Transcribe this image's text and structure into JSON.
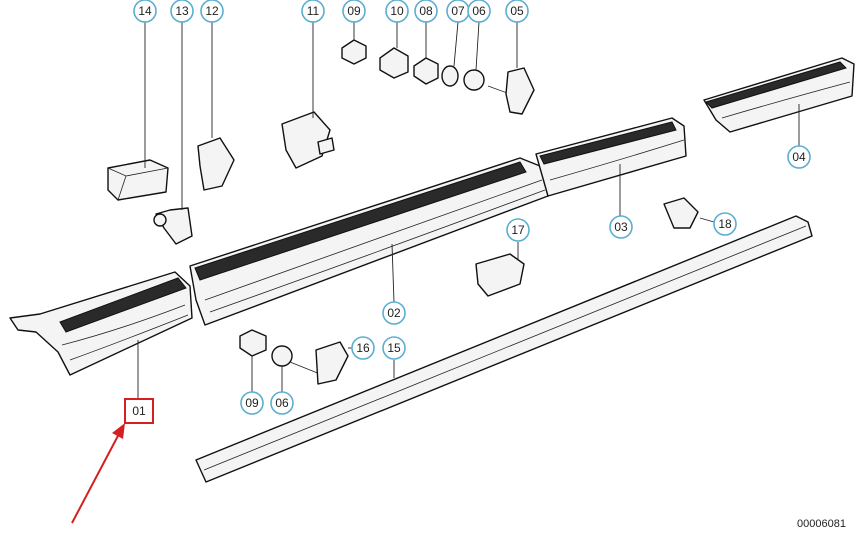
{
  "diagram": {
    "callouts": {
      "c14": "14",
      "c13": "13",
      "c12": "12",
      "c11": "11",
      "c09a": "09",
      "c10": "10",
      "c08": "08",
      "c07": "07",
      "c06a": "06",
      "c05": "05",
      "c04": "04",
      "c03": "03",
      "c18": "18",
      "c17": "17",
      "c02": "02",
      "c16": "16",
      "c15": "15",
      "c09b": "09",
      "c06b": "06"
    },
    "selected_label": "01",
    "selected_color": "#d42020",
    "callout_color": "#5aaed0",
    "document_number": "00006081"
  }
}
